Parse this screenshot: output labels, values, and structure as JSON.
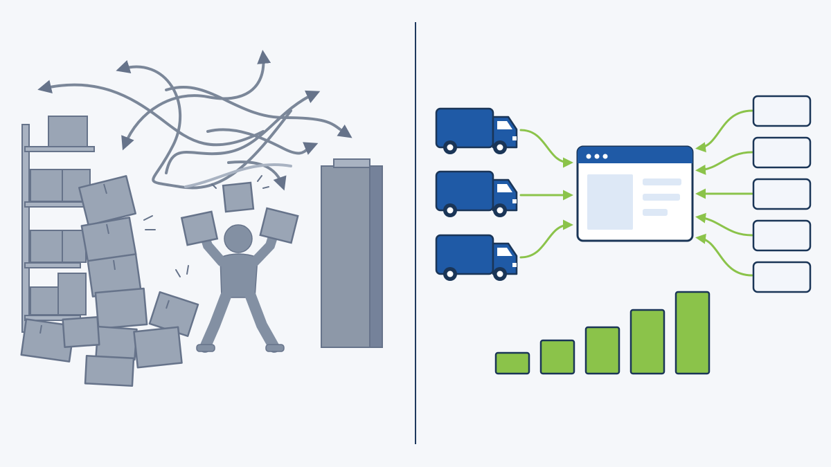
{
  "colors": {
    "background": "#f5f7fa",
    "chaos_gray": "#8d98a8",
    "chaos_stroke": "#66738a",
    "chaos_light": "#a9b3c2",
    "divider": "#1f3a5f",
    "navy": "#1a3557",
    "truck_blue": "#1f5aa6",
    "flow_green": "#8bc34a",
    "screen_panel": "#dde8f6",
    "card_fill": "#f3f6fb"
  },
  "scene": {
    "left": {
      "label": "",
      "icons": [
        "shelving-rack-icon",
        "stacked-boxes-icon",
        "tangled-arrows-icon",
        "stressed-person-icon",
        "storage-pillar-icon"
      ]
    },
    "right": {
      "label": "",
      "icons": [
        "delivery-truck-icon",
        "dashboard-window-icon",
        "data-card-icon",
        "bar-chart-icon"
      ],
      "truck_count": 3,
      "input_card_count": 5,
      "bar_levels": [
        0.25,
        0.41,
        0.57,
        0.78,
        1.0
      ]
    }
  }
}
